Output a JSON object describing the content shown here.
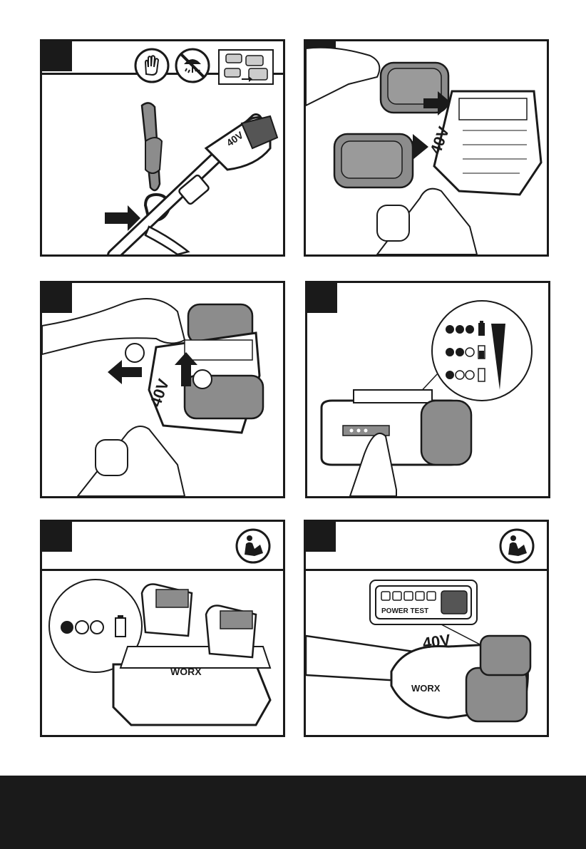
{
  "panels": [
    {
      "id": 1,
      "icons": [
        "gloves-icon",
        "no-rain-icon",
        "battery-swap-icon"
      ]
    },
    {
      "id": 2,
      "icons": []
    },
    {
      "id": 3,
      "icons": []
    },
    {
      "id": 4,
      "icons": [
        "battery-level-legend-icon"
      ]
    },
    {
      "id": 5,
      "icons": [
        "read-manual-icon"
      ]
    },
    {
      "id": 6,
      "icons": [
        "read-manual-icon"
      ]
    }
  ],
  "illustration_labels": {
    "battery_voltage": "40V",
    "brand": "WORX",
    "power_test": "POWER TEST"
  },
  "colors": {
    "ink": "#1a1a1a",
    "battery_gray": "#8c8c8c",
    "paper": "#ffffff"
  }
}
